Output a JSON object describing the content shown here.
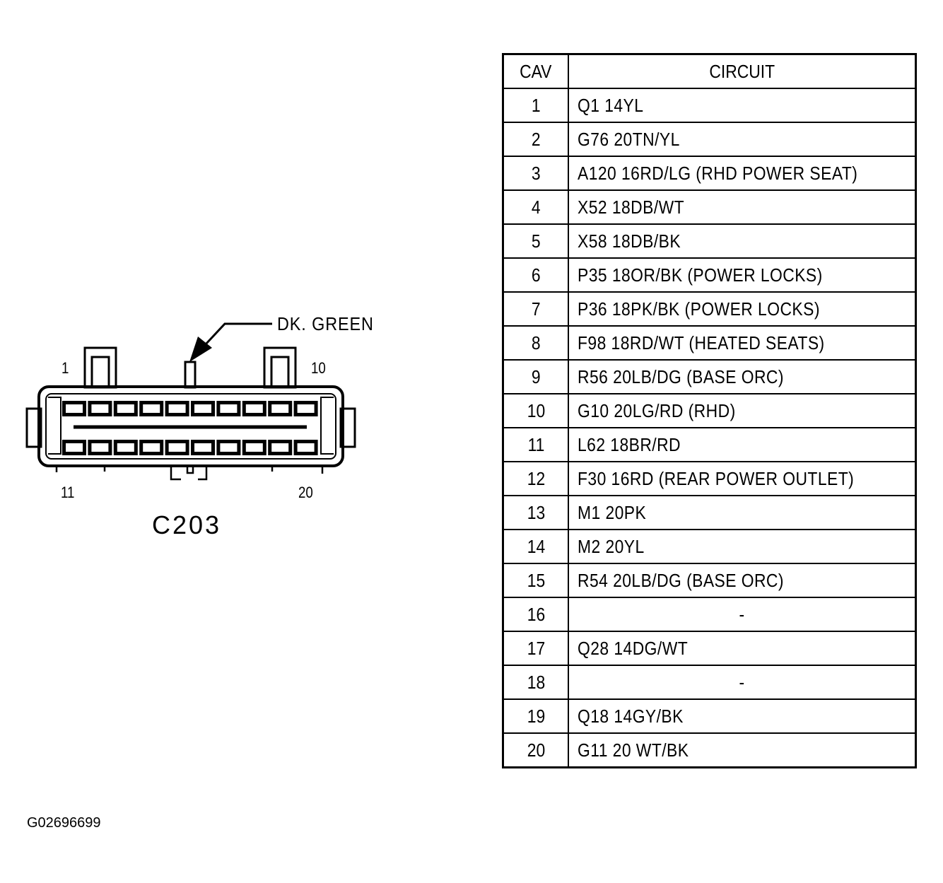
{
  "connector": {
    "name": "C203",
    "color_label": "DK. GREEN",
    "pin_labels": {
      "top_left": "1",
      "top_right": "10",
      "bottom_left": "11",
      "bottom_right": "20"
    }
  },
  "figure_id": "G02696699",
  "table": {
    "headers": {
      "cav": "CAV",
      "circuit": "CIRCUIT"
    },
    "rows": [
      {
        "cav": "1",
        "circuit": "Q1 14YL"
      },
      {
        "cav": "2",
        "circuit": "G76 20TN/YL"
      },
      {
        "cav": "3",
        "circuit": "A120 16RD/LG (RHD POWER SEAT)"
      },
      {
        "cav": "4",
        "circuit": "X52 18DB/WT"
      },
      {
        "cav": "5",
        "circuit": "X58 18DB/BK"
      },
      {
        "cav": "6",
        "circuit": "P35 18OR/BK (POWER LOCKS)"
      },
      {
        "cav": "7",
        "circuit": "P36 18PK/BK (POWER LOCKS)"
      },
      {
        "cav": "8",
        "circuit": "F98 18RD/WT (HEATED SEATS)"
      },
      {
        "cav": "9",
        "circuit": "R56 20LB/DG (BASE ORC)"
      },
      {
        "cav": "10",
        "circuit": "G10 20LG/RD (RHD)"
      },
      {
        "cav": "11",
        "circuit": "L62 18BR/RD"
      },
      {
        "cav": "12",
        "circuit": "F30 16RD (REAR POWER OUTLET)"
      },
      {
        "cav": "13",
        "circuit": "M1 20PK"
      },
      {
        "cav": "14",
        "circuit": "M2 20YL"
      },
      {
        "cav": "15",
        "circuit": "R54 20LB/DG (BASE ORC)"
      },
      {
        "cav": "16",
        "circuit": "-"
      },
      {
        "cav": "17",
        "circuit": "Q28 14DG/WT"
      },
      {
        "cav": "18",
        "circuit": "-"
      },
      {
        "cav": "19",
        "circuit": "Q18 14GY/BK"
      },
      {
        "cav": "20",
        "circuit": "G11 20 WT/BK"
      }
    ]
  }
}
